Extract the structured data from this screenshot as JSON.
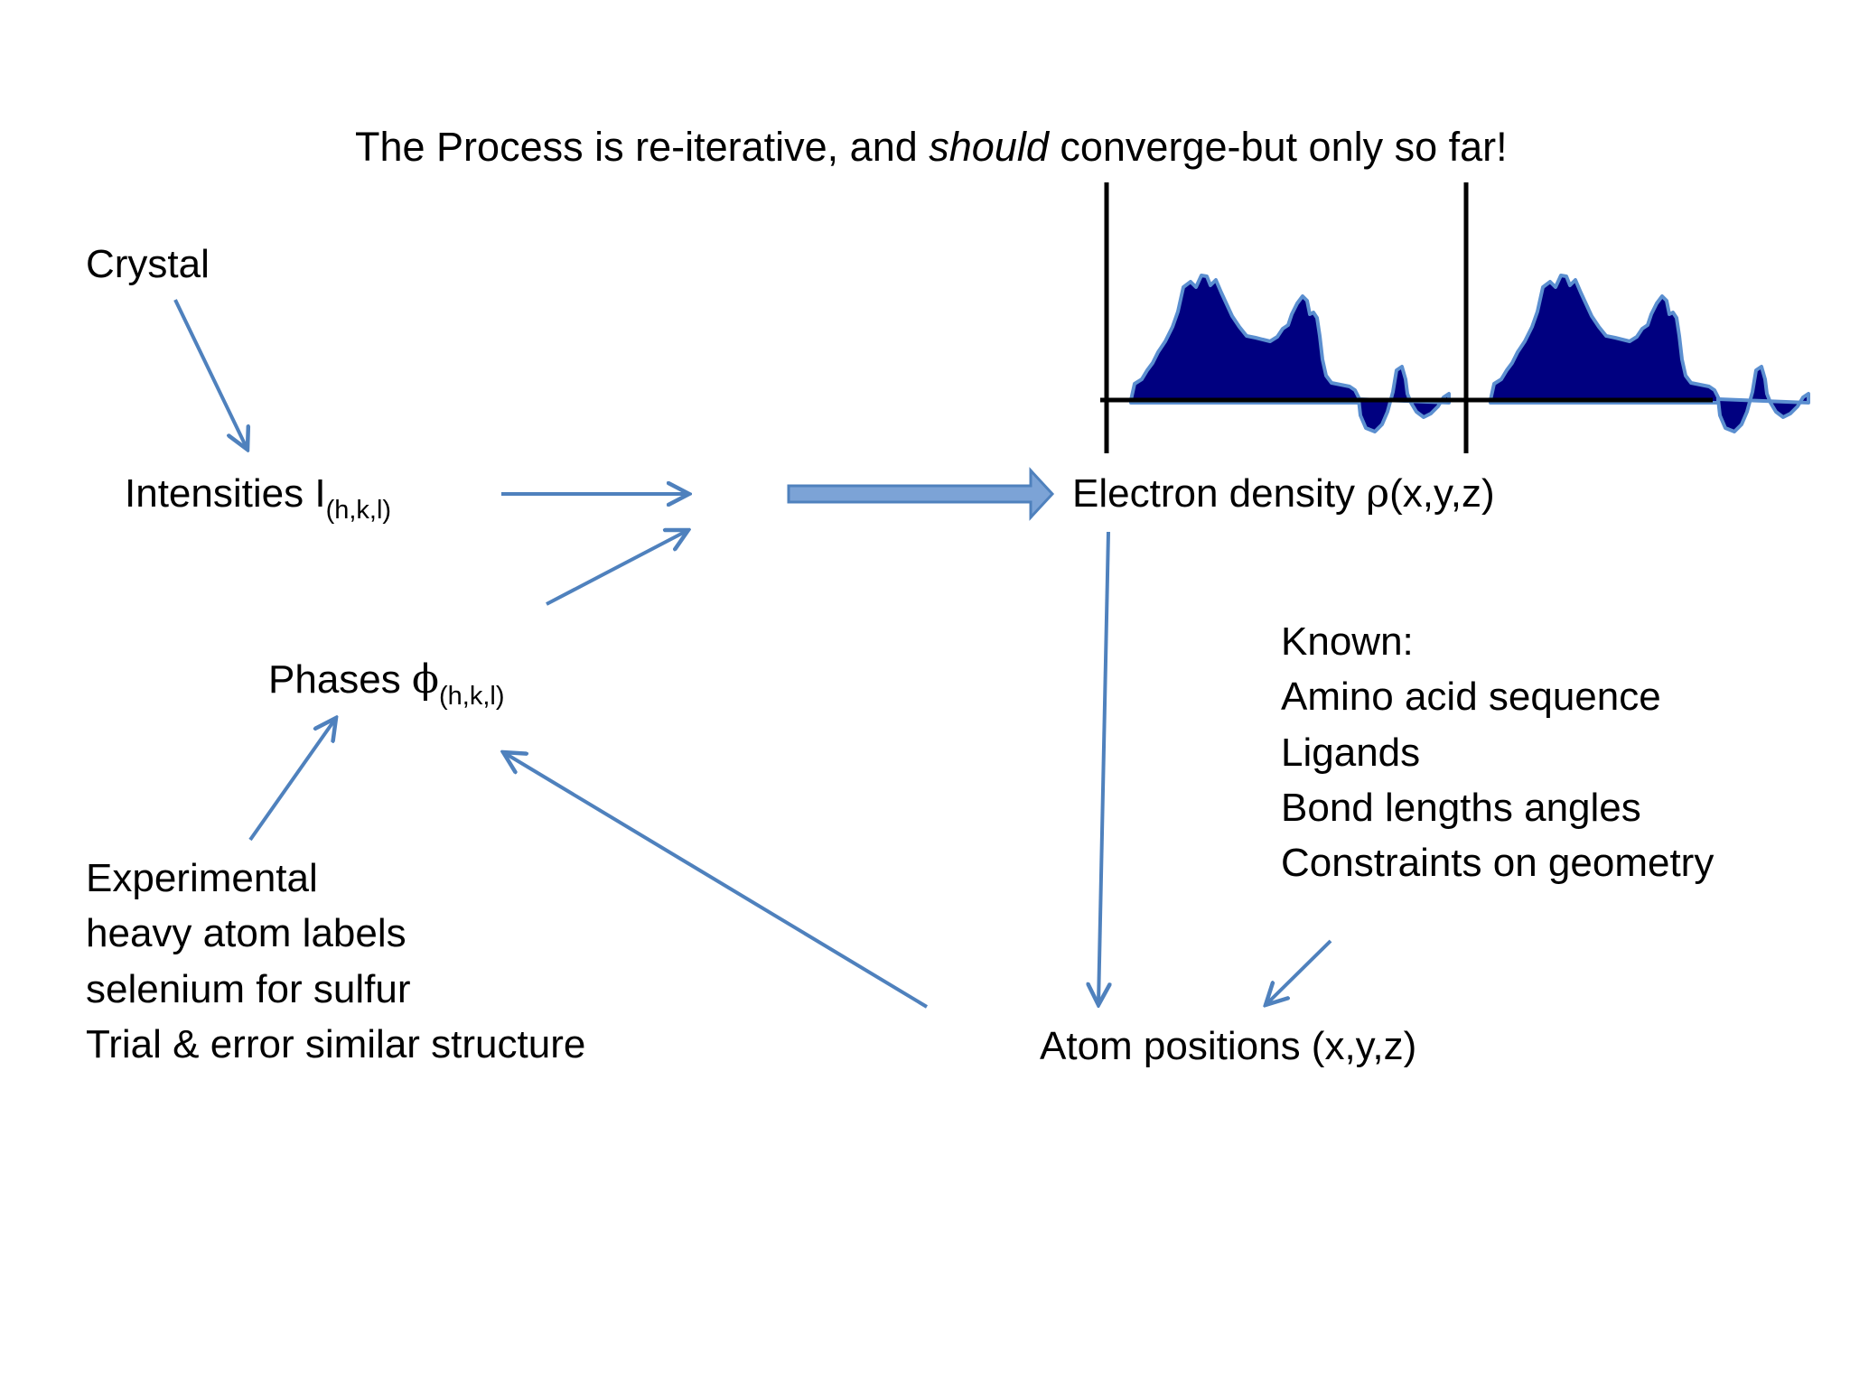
{
  "title": {
    "before": "The Process is re-iterative, and ",
    "emphasis": "should",
    "after": " converge-but only so far!"
  },
  "nodes": {
    "crystal": "Crystal",
    "intensities": {
      "label": "Intensities I",
      "subscript": "(h,k,l)"
    },
    "phases": {
      "label": "Phases ",
      "symbol": "ϕ",
      "subscript": "(h,k,l)"
    },
    "electron_density": {
      "label": "Electron density ",
      "symbol": "ρ",
      "args": "(x,y,z)"
    },
    "atom_positions": "Atom positions (x,y,z)"
  },
  "phase_sources": [
    "Experimental",
    "heavy atom labels",
    "selenium for sulfur",
    "Trial & error similar structure"
  ],
  "known": [
    "Known:",
    "Amino acid sequence",
    "Ligands",
    "Bond lengths angles",
    "Constraints on geometry"
  ],
  "colors": {
    "arrow": "#4f81bd",
    "density_fill": "#000080",
    "density_edge": "#5b8fd0",
    "axis": "#000000"
  }
}
